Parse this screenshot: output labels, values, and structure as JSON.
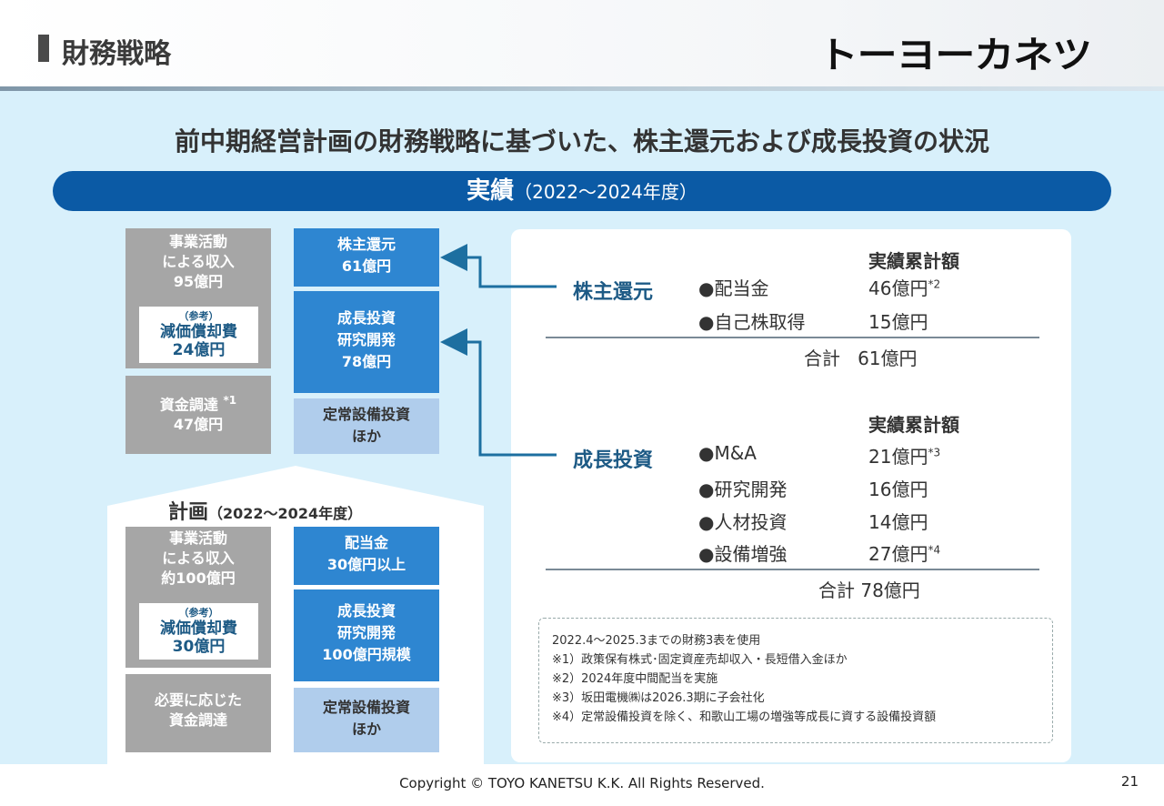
{
  "header": {
    "title": "財務戦略",
    "logo": "トーヨーカネツ"
  },
  "heading": "前中期経営計画の財務戦略に基づいた、株主還元および成長投資の状況",
  "banner": {
    "main": "実績",
    "period": "（2022〜2024年度）"
  },
  "actual": {
    "income": [
      "事業活動",
      "による収入",
      "95億円"
    ],
    "depreciation": {
      "ref": "（参考）",
      "label": "減価償却費",
      "value": "24億円"
    },
    "funding": {
      "label": "資金調達",
      "note": "*1",
      "value": "47億円"
    },
    "shareholder": [
      "株主還元",
      "61億円"
    ],
    "growth": [
      "成長投資",
      "研究開発",
      "78億円"
    ],
    "capex": [
      "定常設備投資",
      "ほか"
    ]
  },
  "plan": {
    "title": "計画",
    "period": "（2022〜2024年度）",
    "income": [
      "事業活動",
      "による収入",
      "約100億円"
    ],
    "depreciation": {
      "ref": "（参考）",
      "label": "減価償却費",
      "value": "30億円"
    },
    "funding": [
      "必要に応じた",
      "資金調達"
    ],
    "dividend": [
      "配当金",
      "30億円以上"
    ],
    "growth": [
      "成長投資",
      "研究開発",
      "100億円規模"
    ],
    "capex": [
      "定常設備投資",
      "ほか"
    ]
  },
  "results": {
    "header": "実績累計額",
    "shareholder": {
      "label": "株主還元",
      "items": [
        {
          "name": "●配当金",
          "value": "46億円",
          "note": "*2"
        },
        {
          "name": "●自己株取得",
          "value": "15億円",
          "note": ""
        }
      ],
      "total_label": "合計",
      "total_value": "61億円"
    },
    "growth": {
      "label": "成長投資",
      "items": [
        {
          "name": "●M&A",
          "value": "21億円",
          "note": "*3"
        },
        {
          "name": "●研究開発",
          "value": "16億円",
          "note": ""
        },
        {
          "name": "●人材投資",
          "value": "14億円",
          "note": ""
        },
        {
          "name": "●設備増強",
          "value": "27億円",
          "note": "*4"
        }
      ],
      "total_label": "合計",
      "total_value": "78億円"
    }
  },
  "notes": [
    "2022.4〜2025.3までの財務3表を使用",
    "※1）政策保有株式･固定資産売却収入・長短借入金ほか",
    "※2）2024年度中間配当を実施",
    "※3）坂田電機㈱は2026.3期に子会社化",
    "※4）定常設備投資を除く、和歌山工場の増強等成長に資する設備投資額"
  ],
  "footer": {
    "copyright": "Copyright © TOYO KANETSU K.K. All Rights Reserved.",
    "page": "21"
  },
  "colors": {
    "navy": "#0b5aa5",
    "blue": "#2e86d1",
    "lightblue": "#b0cdec",
    "gray": "#a6a6a6",
    "bg": "#d8f0fb",
    "label": "#1d5a85"
  }
}
